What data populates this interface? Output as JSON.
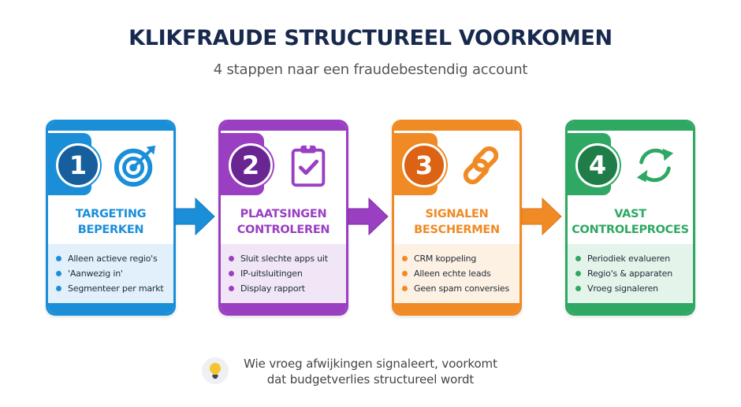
{
  "header": {
    "title": "KLIKFRAUDE STRUCTUREEL VOORKOMEN",
    "subtitle": "4 stappen naar een fraudebestendig account"
  },
  "steps": [
    {
      "number": "1",
      "icon": "target-icon",
      "heading_line1": "TARGETING",
      "heading_line2": "BEPERKEN",
      "color": "#1a8fd8",
      "items": [
        "Alleen actieve regio's",
        "'Aanwezig in'",
        "Segmenteer per markt"
      ]
    },
    {
      "number": "2",
      "icon": "clipboard-check-icon",
      "heading_line1": "PLAATSINGEN",
      "heading_line2": "CONTROLEREN",
      "color": "#9a3fc2",
      "items": [
        "Sluit slechte apps uit",
        "IP-uitsluitingen",
        "Display rapport"
      ]
    },
    {
      "number": "3",
      "icon": "link-icon",
      "heading_line1": "SIGNALEN",
      "heading_line2": "BESCHERMEN",
      "color": "#f08a24",
      "items": [
        "CRM koppeling",
        "Alleen echte leads",
        "Geen spam conversies"
      ]
    },
    {
      "number": "4",
      "icon": "refresh-cycle-icon",
      "heading_line1": "VAST",
      "heading_line2": "CONTROLEPROCES",
      "color": "#2ea863",
      "items": [
        "Periodiek evalueren",
        "Regio's & apparaten",
        "Vroeg signaleren"
      ]
    }
  ],
  "footer": {
    "icon": "lightbulb-icon",
    "line1": "Wie vroeg afwijkingen signaleert, voorkomt",
    "line2": "dat budgetverlies structureel wordt"
  }
}
